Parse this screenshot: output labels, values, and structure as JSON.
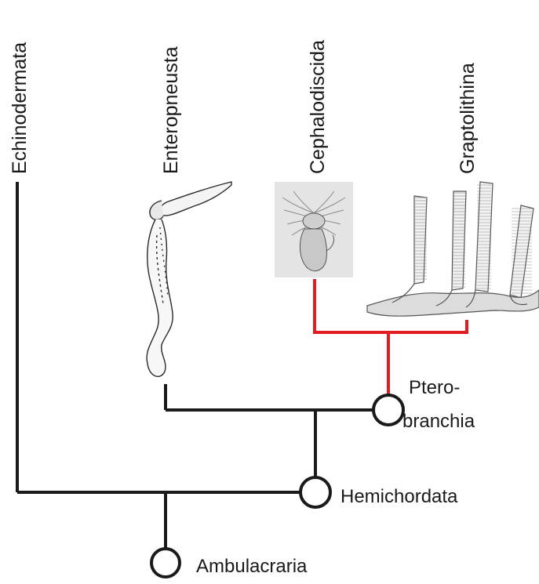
{
  "taxa": {
    "echinodermata": "Echinodermata",
    "enteropneusta": "Enteropneusta",
    "cephalodiscida": "Cephalodiscida",
    "graptolithina": "Graptolithina"
  },
  "nodes": {
    "ambulacraria": "Ambulacraria",
    "hemichordata": "Hemichordata",
    "pterobranchia_line1": "Ptero-",
    "pterobranchia_line2": "branchia"
  },
  "colors": {
    "branch": "#1a1a1a",
    "highlight": "#e31b23",
    "photo_bg": "#e4e4e4"
  }
}
